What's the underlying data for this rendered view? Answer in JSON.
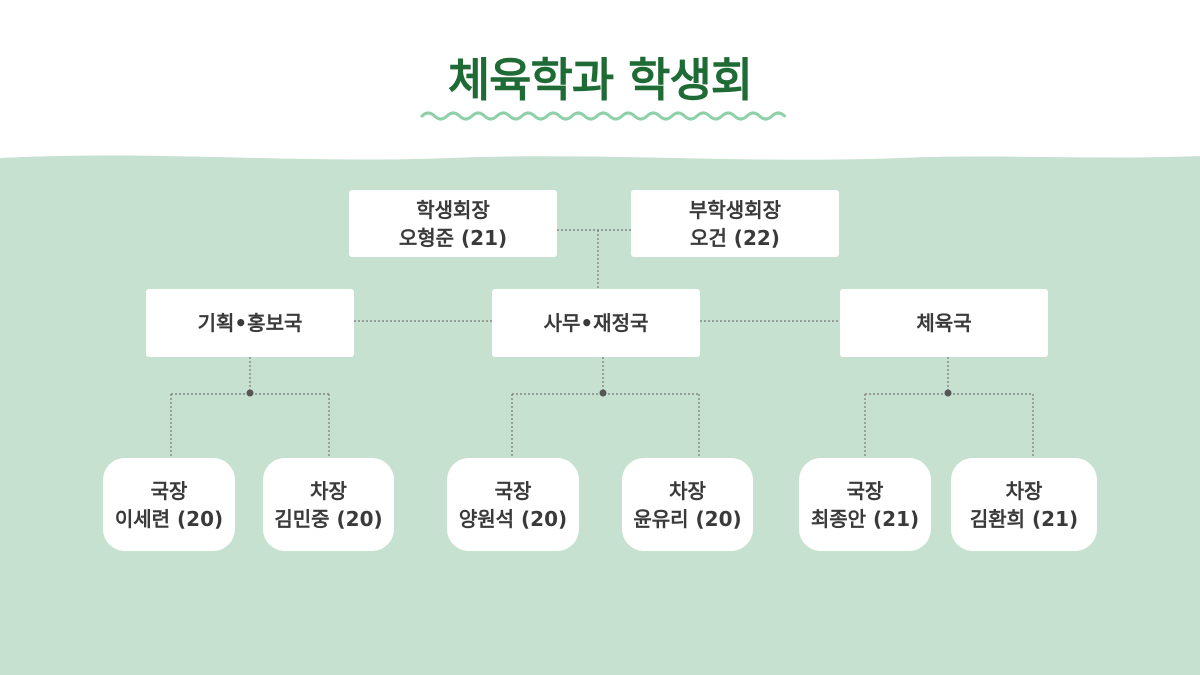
{
  "title": "체육학과 학생회",
  "colors": {
    "title": "#1e6b35",
    "background": "#c6e1d0",
    "wave": "#8fd0a8",
    "connector": "#777777"
  },
  "president": {
    "role": "학생회장",
    "name": "오형준 (21)"
  },
  "vice_president": {
    "role": "부학생회장",
    "name": "오건 (22)"
  },
  "departments": [
    {
      "name": "기획•홍보국",
      "members": [
        {
          "role": "국장",
          "name": "이세련 (20)"
        },
        {
          "role": "차장",
          "name": "김민중 (20)"
        }
      ]
    },
    {
      "name": "사무•재정국",
      "members": [
        {
          "role": "국장",
          "name": "양원석 (20)"
        },
        {
          "role": "차장",
          "name": "윤유리 (20)"
        }
      ]
    },
    {
      "name": "체육국",
      "members": [
        {
          "role": "국장",
          "name": "최종안 (21)"
        },
        {
          "role": "차장",
          "name": "김환희 (21)"
        }
      ]
    }
  ]
}
